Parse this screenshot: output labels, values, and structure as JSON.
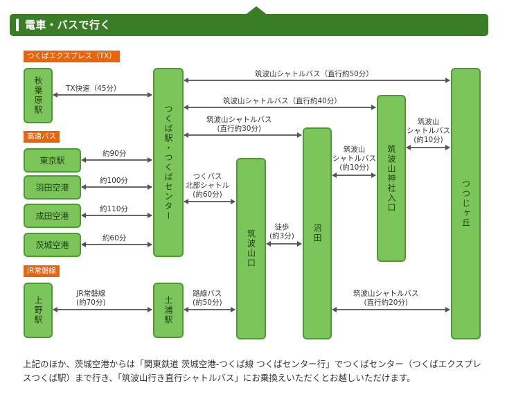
{
  "header": {
    "title": "電車・バスで行く"
  },
  "tags": {
    "tx": "つくばエクスプレス（TX）",
    "highway": "高速バス",
    "jr": "JR常磐線"
  },
  "stations": {
    "akihabara": "秋葉原駅",
    "tokyo": "東京駅",
    "haneda": "羽田空港",
    "narita": "成田空港",
    "ibaraki": "茨城空港",
    "ueno": "上野駅",
    "tsukuba": "つくば駅・つくばセンター",
    "tsuchiura": "土浦駅",
    "tsukubasanguchi": "筑波山口",
    "numata": "沼田",
    "jinja": "筑波山神社入口",
    "tsutsujigaoka": "つつじヶ丘"
  },
  "labels": {
    "tx": "TX快速（45分）",
    "tokyo": "約90分",
    "haneda": "約100分",
    "narita": "約110分",
    "ibaraki": "約60分",
    "jr1": "JR常磐線",
    "jr2": "(約70分)",
    "shuttle50": "筑波山シャトルバス（直行約50分）",
    "shuttle40": "筑波山シャトルバス（直行約40分）",
    "shuttle30a": "筑波山シャトルバス",
    "shuttle30b": "(直行約30分)",
    "tsukubabus1": "つくバス",
    "tsukubabus2": "北部シャトル",
    "tsukubabus3": "(約60分)",
    "rosen1": "路線バス",
    "rosen2": "(約50分)",
    "walk1": "徒歩",
    "walk2": "(約3分)",
    "numata1": "筑波山",
    "numata2": "シャトルバス",
    "numata3": "(約10分)",
    "jinja1": "筑波山",
    "jinja2": "シャトルバス",
    "jinja3": "(約10分)",
    "shuttle20a": "筑波山シャトルバス",
    "shuttle20b": "(直行約20分)"
  },
  "footer": "上記のほか、茨城空港からは「関東鉄道 茨城空港-つくば線 つくばセンター行」でつくばセンター（つくばエクスプレスつくば駅）まで行き、「筑波山行き直行シャトルバス」にお乗換えいただくとお越しいただけます。"
}
